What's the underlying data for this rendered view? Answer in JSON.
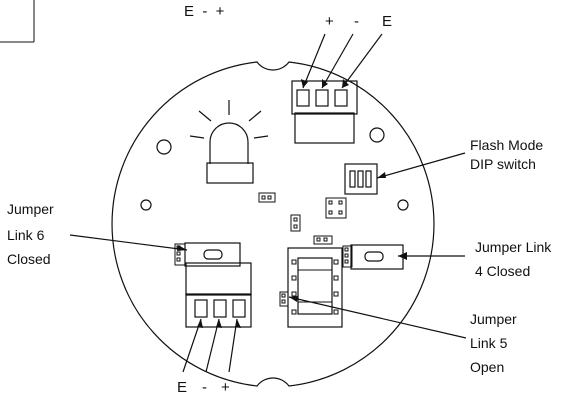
{
  "labels": {
    "top_left_terminals": "E  -  +",
    "top_right_plus": "+",
    "top_right_minus": "-",
    "top_right_e": "E",
    "bottom_e": "E",
    "bottom_minus": "-",
    "bottom_plus": "+",
    "flash_mode": [
      "Flash Mode",
      "DIP switch"
    ],
    "jumper_link_6": [
      "Jumper",
      "Link 6",
      "Closed"
    ],
    "jumper_link_4": [
      "Jumper Link",
      "4 Closed"
    ],
    "jumper_link_5": [
      "Jumper",
      "Link 5",
      "Open"
    ]
  },
  "colors": {
    "line": "#111111",
    "background": "#ffffff"
  }
}
